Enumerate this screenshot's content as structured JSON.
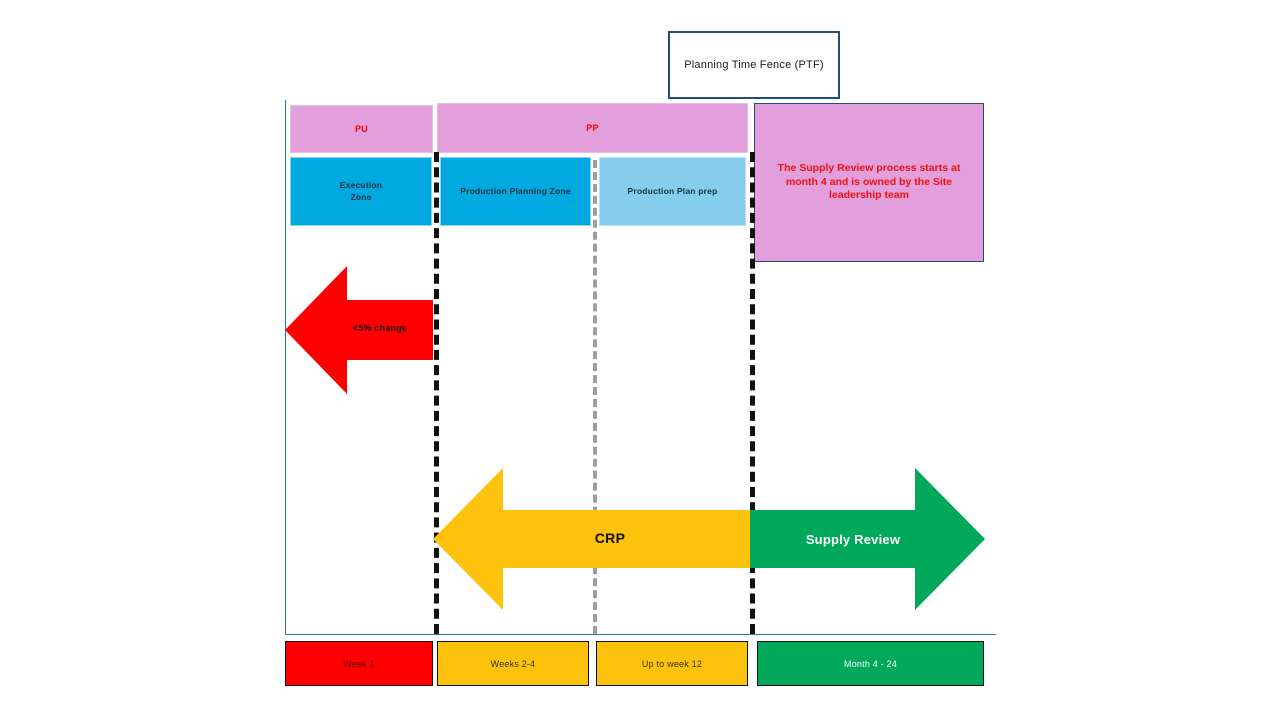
{
  "diagram": {
    "title": "Planning Time Fence (PTF) planning horizon diagram",
    "callout": {
      "label": "Planning Time Fence (PTF)",
      "border_color": "#1f4e79"
    },
    "bands": [
      {
        "id": "pu",
        "label": "PU",
        "color": "#e39fdc",
        "text_color": "#ff0000"
      },
      {
        "id": "pp",
        "label": "PP",
        "color": "#e39fdc",
        "text_color": "#ff0000"
      }
    ],
    "zones": [
      {
        "id": "execution",
        "label": "Execution\nZone",
        "line1": "Execution",
        "line2": "Zone",
        "color": "#00a8e0"
      },
      {
        "id": "production-planning",
        "label": "Production Planning Zone",
        "color": "#00a8e0"
      },
      {
        "id": "production-plan-prep",
        "label": "Production Plan prep",
        "color": "#84cdec"
      }
    ],
    "note": {
      "text": "The Supply Review process starts at month 4 and is owned by the Site leadership team",
      "background": "#e39fdc",
      "text_color": "#ee1111"
    },
    "arrows": [
      {
        "id": "change",
        "label": "<5% change",
        "color": "#fe0000",
        "direction": "left"
      },
      {
        "id": "crp",
        "label": "CRP",
        "color": "#fdc20b",
        "direction": "left"
      },
      {
        "id": "supply-review",
        "label": "Supply Review",
        "color": "#00a859",
        "direction": "right"
      }
    ],
    "timeline": [
      {
        "id": "week-1",
        "label": "Week 1",
        "color": "#fe0000"
      },
      {
        "id": "weeks-2-4",
        "label": "Weeks 2-4",
        "color": "#fdc20b"
      },
      {
        "id": "up-to-week-12",
        "label": "Up to week 12",
        "color": "#fdc20b"
      },
      {
        "id": "month-4-24",
        "label": "Month 4 - 24",
        "color": "#00a859"
      }
    ],
    "dividers": [
      {
        "id": "ptf-boundary-left",
        "style": "dashed",
        "color": "#111111"
      },
      {
        "id": "mid-boundary",
        "style": "dashed",
        "color": "#9e9e9e"
      },
      {
        "id": "ptf-boundary-right",
        "style": "dashed",
        "color": "#111111"
      }
    ]
  }
}
